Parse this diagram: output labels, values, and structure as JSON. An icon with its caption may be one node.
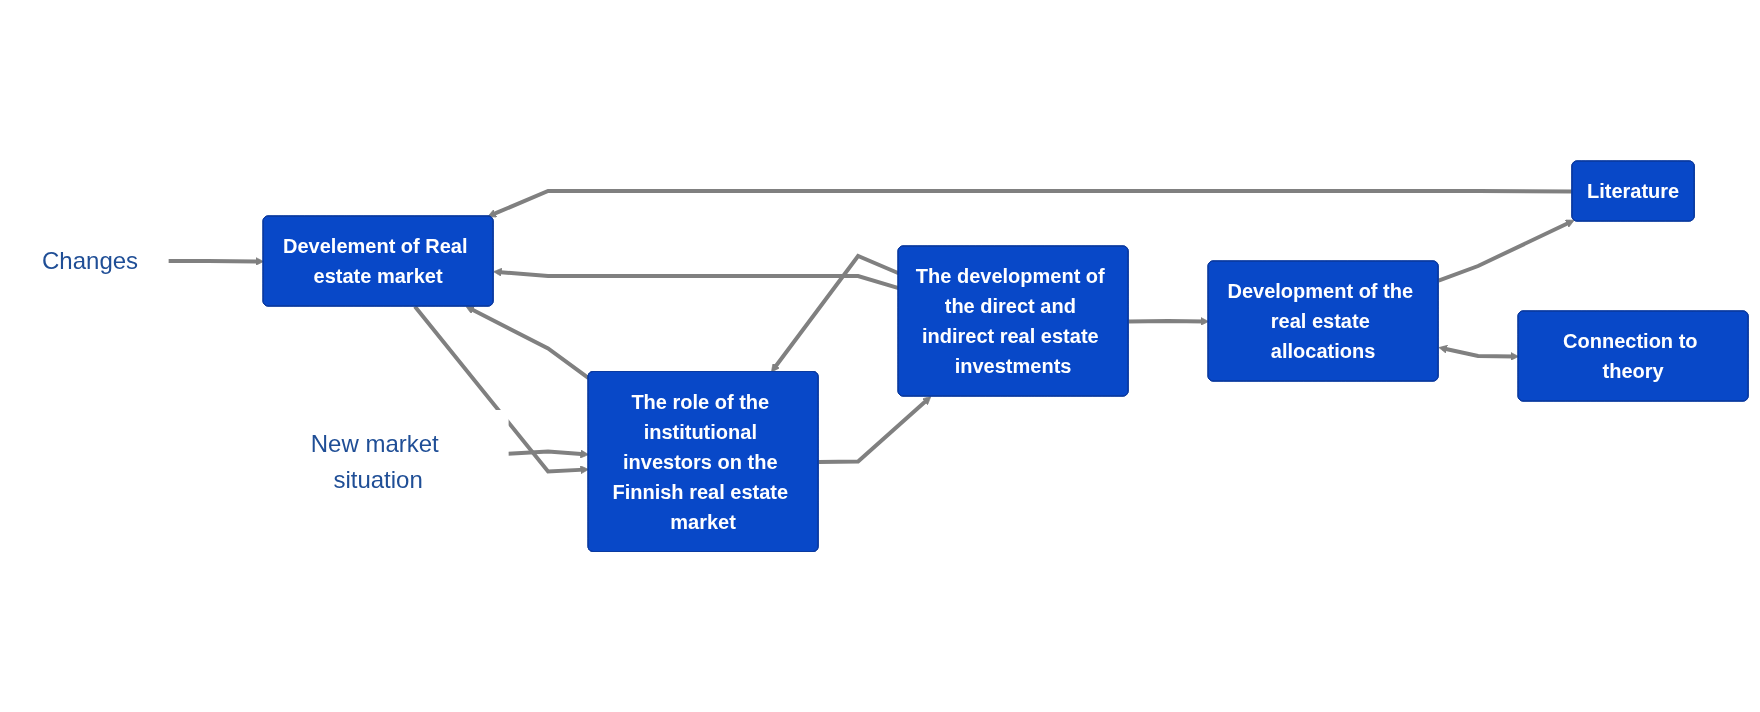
{
  "diagram": {
    "nodes": [
      {
        "text": [
          "Literature"
        ]
      },
      {
        "text": [
          "Develement of Real estate market"
        ]
      },
      {
        "text": [
          "The role of the institutional investors on the Finnish real estate market"
        ]
      },
      {
        "text": [
          "The development of the direct and indirect real estate investments"
        ]
      },
      {
        "text": [
          "Development of the real estate allocations"
        ]
      },
      {
        "text": [
          "Connection to theory"
        ]
      },
      {
        "text": [
          "Changes"
        ]
      },
      {
        "text": [
          "New market situation"
        ]
      }
    ],
    "edges": [
      {
        "from": 0,
        "to": 1,
        "arrow": "to"
      },
      {
        "from": 1,
        "to": 2,
        "arrow": "to"
      },
      {
        "from": 2,
        "to": 3,
        "arrow": "to"
      },
      {
        "from": 3,
        "to": 4,
        "arrow": "to"
      },
      {
        "from": 4,
        "to": 0,
        "arrow": "to"
      },
      {
        "from": 3,
        "to": 1,
        "arrow": "to"
      },
      {
        "from": 2,
        "to": 1,
        "arrow": "to"
      },
      {
        "from": 3,
        "to": 2,
        "arrow": "to"
      },
      {
        "from": 6,
        "to": 1,
        "arrow": "to"
      },
      {
        "from": 7,
        "to": 2,
        "arrow": "to"
      },
      {
        "from": 4,
        "to": 5,
        "arrow": "both"
      }
    ]
  }
}
